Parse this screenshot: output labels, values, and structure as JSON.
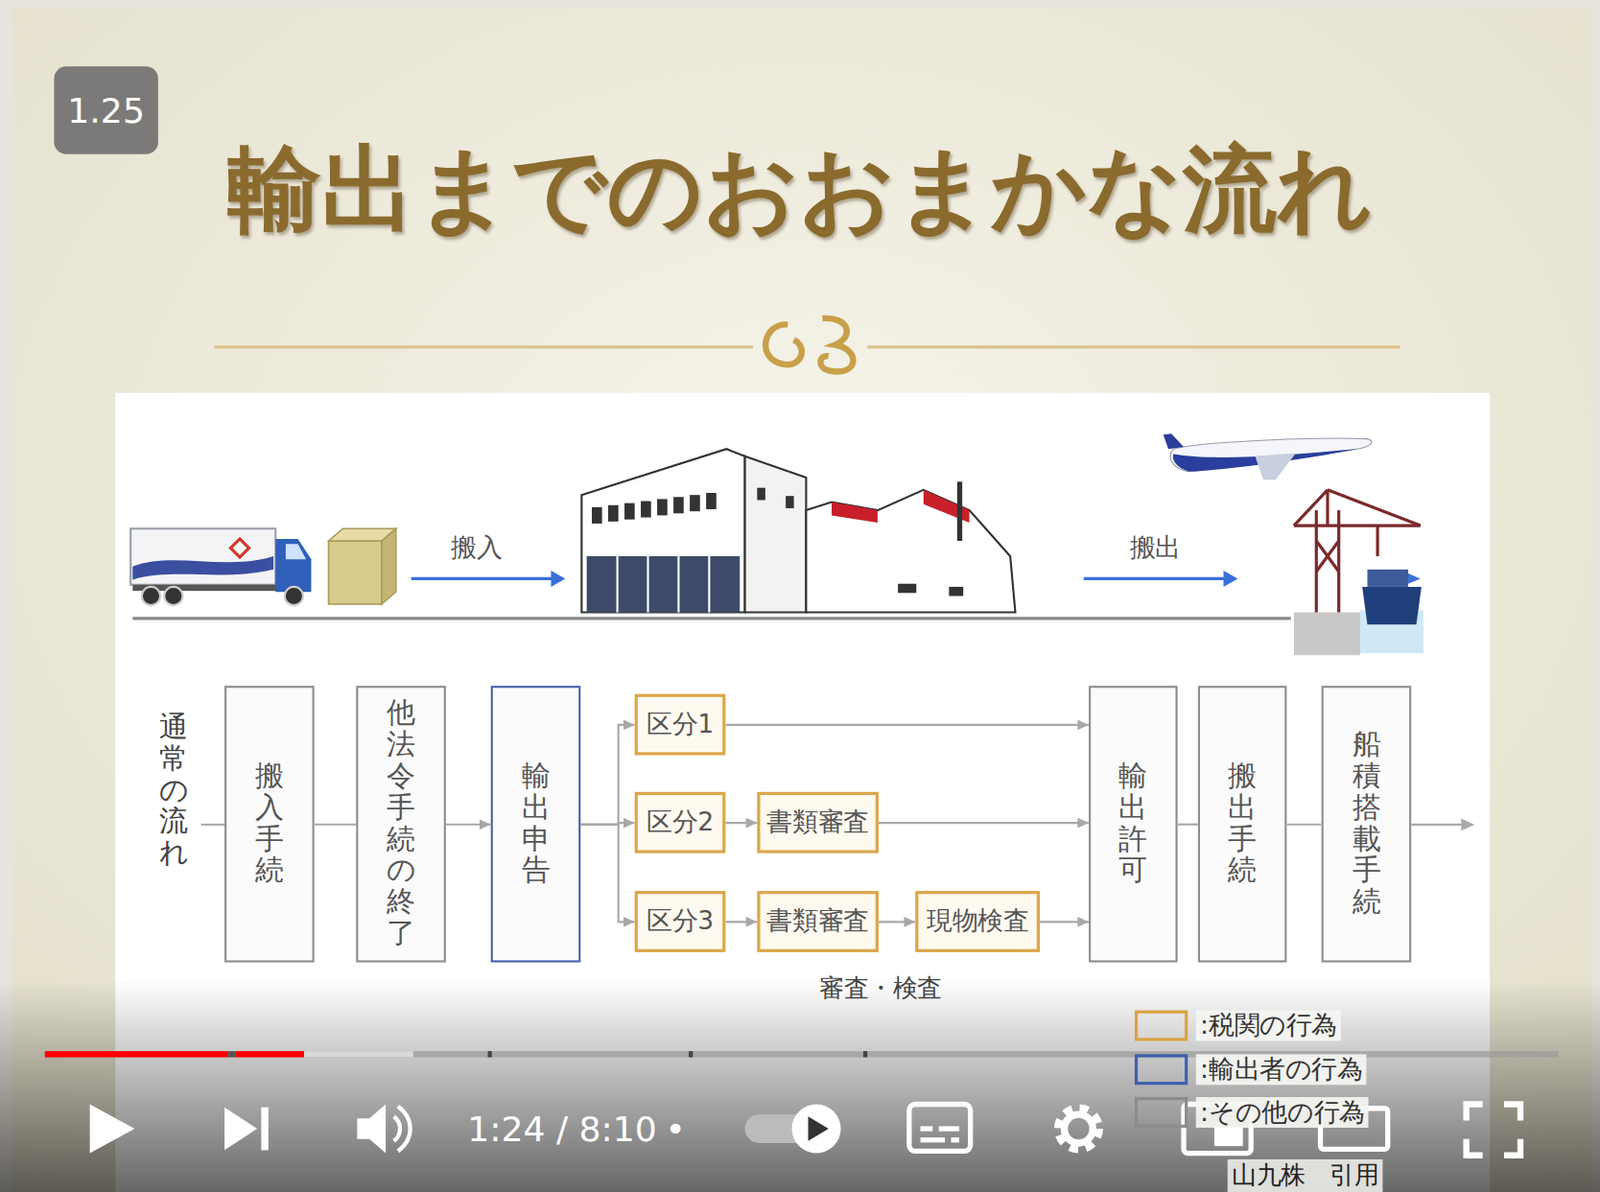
{
  "diagram": {
    "title": "輸出までのおおまかな流れ",
    "nodes": [
      {
        "text": [
          "搬入手続"
        ]
      },
      {
        "text": [
          "他法令手続の終了"
        ]
      },
      {
        "text": [
          "輸出申告"
        ]
      },
      {
        "text": [
          "区分1"
        ]
      },
      {
        "text": [
          "区分2"
        ]
      },
      {
        "text": [
          "書類審査"
        ]
      },
      {
        "text": [
          "区分3"
        ]
      },
      {
        "text": [
          "書類審査"
        ]
      },
      {
        "text": [
          "現物検査"
        ]
      },
      {
        "text": [
          "輸出許可"
        ]
      },
      {
        "text": [
          "搬出手続"
        ]
      },
      {
        "text": [
          "船積搭載手続"
        ]
      }
    ],
    "edges": [
      {
        "from": 0,
        "to": 1,
        "arrow": "none"
      },
      {
        "from": 1,
        "to": 2,
        "arrow": "to"
      },
      {
        "from": 2,
        "to": 3,
        "arrow": "to"
      },
      {
        "from": 2,
        "to": 4,
        "arrow": "to"
      },
      {
        "from": 2,
        "to": 6,
        "arrow": "to"
      },
      {
        "from": 4,
        "to": 5,
        "arrow": "to"
      },
      {
        "from": 6,
        "to": 7,
        "arrow": "to"
      },
      {
        "from": 7,
        "to": 8,
        "arrow": "to"
      },
      {
        "from": 3,
        "to": 9,
        "arrow": "to"
      },
      {
        "from": 5,
        "to": 9,
        "arrow": "to"
      },
      {
        "from": 8,
        "to": 9,
        "arrow": "to"
      },
      {
        "from": 9,
        "to": 10,
        "arrow": "none"
      },
      {
        "from": 10,
        "to": 11,
        "arrow": "none"
      }
    ],
    "labels": [
      "1.25",
      "搬入",
      "搬出",
      "通常の流れ",
      "審査・検査",
      "山九株　引用",
      "1:24 / 8:10",
      "•"
    ],
    "legend": [
      {
        "text": ":税関の行為",
        "color": "#d9a441"
      },
      {
        "text": ":輸出者の行為",
        "color": "#3f5fae"
      },
      {
        "text": ":その他の行為",
        "color": "#8c8c8c"
      }
    ]
  }
}
